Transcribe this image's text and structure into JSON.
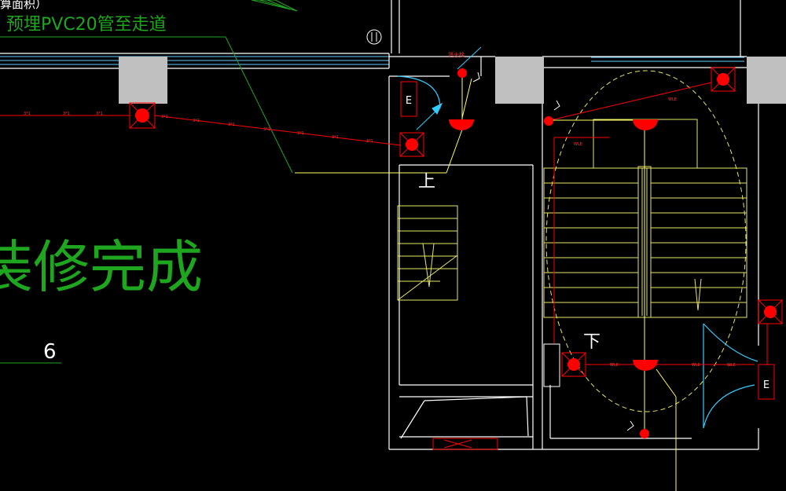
{
  "drawing": {
    "annotation_top": "算面积）",
    "annotation_conduit": "预埋PVC20管至走道",
    "annotation_finish": "装修完成",
    "annotation_number": "6",
    "stair_up_label": "上",
    "stair_down_label": "下",
    "emergency_label": "E",
    "small_red_label": "消火栓",
    "wire_code": "WLE",
    "wire_code_h": "3*1",
    "colors": {
      "background": "#000000",
      "wall": "#ffffff",
      "column": "#c0c0c0",
      "green_text": "#1fa61f",
      "yellow": "#ffff66",
      "red": "#ff0000",
      "cyan": "#33ccff",
      "window_line": "#66ccff"
    }
  }
}
